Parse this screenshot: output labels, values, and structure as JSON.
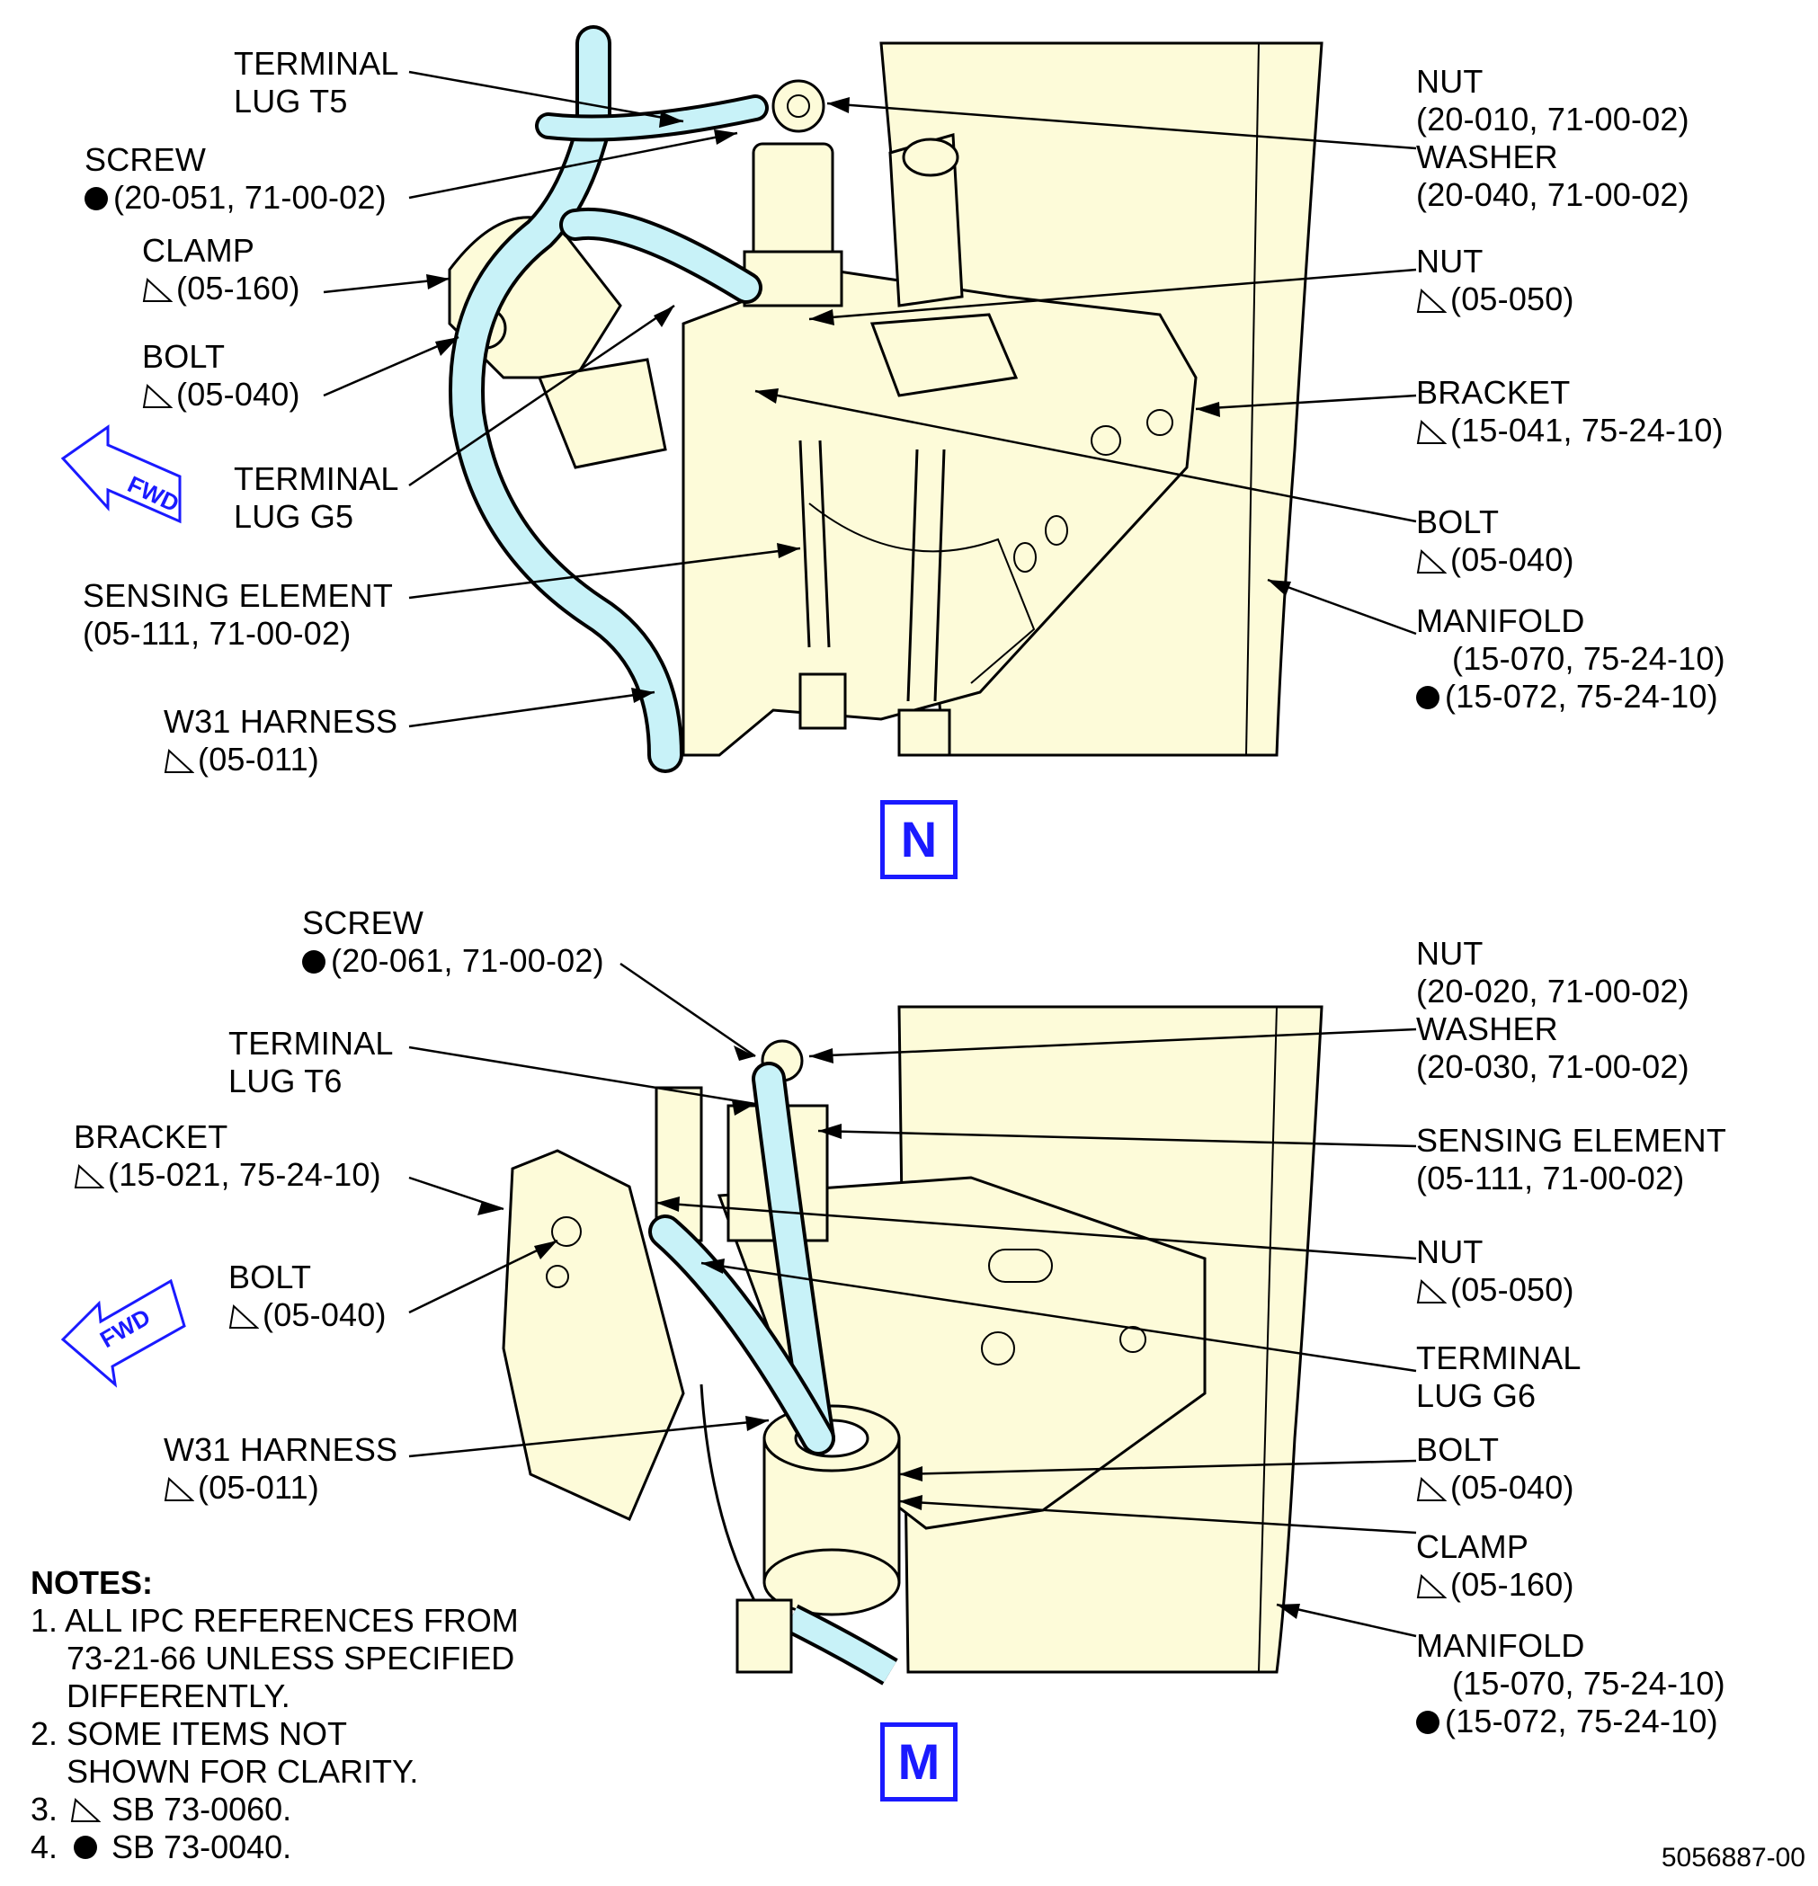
{
  "views": [
    {
      "id": "N",
      "view_label": "N",
      "fwd_label": "FWD",
      "callouts": [
        {
          "key": "terminal_lug_t5",
          "lines": [
            "TERMINAL",
            "LUG T5"
          ],
          "mark": ""
        },
        {
          "key": "screw",
          "lines": [
            "SCREW",
            "(20-051, 71-00-02)"
          ],
          "mark": "dot"
        },
        {
          "key": "clamp",
          "lines": [
            "CLAMP",
            "(05-160)"
          ],
          "mark": "tri"
        },
        {
          "key": "bolt_left",
          "lines": [
            "BOLT",
            "(05-040)"
          ],
          "mark": "tri"
        },
        {
          "key": "terminal_lug_g5",
          "lines": [
            "TERMINAL",
            "LUG G5"
          ],
          "mark": ""
        },
        {
          "key": "sensing_element",
          "lines": [
            "SENSING ELEMENT",
            "(05-111, 71-00-02)"
          ],
          "mark": ""
        },
        {
          "key": "w31_harness",
          "lines": [
            "W31 HARNESS",
            "(05-011)"
          ],
          "mark": "tri"
        },
        {
          "key": "nut_washer",
          "lines": [
            "NUT",
            "(20-010, 71-00-02)",
            "WASHER",
            "(20-040, 71-00-02)"
          ],
          "mark": ""
        },
        {
          "key": "nut",
          "lines": [
            "NUT",
            "(05-050)"
          ],
          "mark": "tri"
        },
        {
          "key": "bracket",
          "lines": [
            "BRACKET",
            "(15-041, 75-24-10)"
          ],
          "mark": "tri"
        },
        {
          "key": "bolt_right",
          "lines": [
            "BOLT",
            "(05-040)"
          ],
          "mark": "tri"
        },
        {
          "key": "manifold",
          "lines": [
            "MANIFOLD",
            "(15-070, 75-24-10)",
            "(15-072, 75-24-10)"
          ],
          "mark": "dot3"
        }
      ]
    },
    {
      "id": "M",
      "view_label": "M",
      "fwd_label": "FWD",
      "callouts": [
        {
          "key": "screw",
          "lines": [
            "SCREW",
            "(20-061, 71-00-02)"
          ],
          "mark": "dot"
        },
        {
          "key": "terminal_lug_t6",
          "lines": [
            "TERMINAL",
            "LUG T6"
          ],
          "mark": ""
        },
        {
          "key": "bracket",
          "lines": [
            "BRACKET",
            "(15-021, 75-24-10)"
          ],
          "mark": "tri"
        },
        {
          "key": "bolt_left",
          "lines": [
            "BOLT",
            "(05-040)"
          ],
          "mark": "tri"
        },
        {
          "key": "w31_harness",
          "lines": [
            "W31 HARNESS",
            "(05-011)"
          ],
          "mark": "tri"
        },
        {
          "key": "nut_washer",
          "lines": [
            "NUT",
            "(20-020, 71-00-02)",
            "WASHER",
            "(20-030, 71-00-02)"
          ],
          "mark": ""
        },
        {
          "key": "sensing_element",
          "lines": [
            "SENSING ELEMENT",
            "(05-111, 71-00-02)"
          ],
          "mark": ""
        },
        {
          "key": "nut",
          "lines": [
            "NUT",
            "(05-050)"
          ],
          "mark": "tri"
        },
        {
          "key": "terminal_lug_g6",
          "lines": [
            "TERMINAL",
            "LUG G6"
          ],
          "mark": ""
        },
        {
          "key": "bolt_right",
          "lines": [
            "BOLT",
            "(05-040)"
          ],
          "mark": "tri"
        },
        {
          "key": "clamp",
          "lines": [
            "CLAMP",
            "(05-160)"
          ],
          "mark": "tri"
        },
        {
          "key": "manifold",
          "lines": [
            "MANIFOLD",
            "(15-070, 75-24-10)",
            "(15-072, 75-24-10)"
          ],
          "mark": "dot3"
        }
      ]
    }
  ],
  "notes": {
    "title": "NOTES:",
    "items": [
      "1. ALL IPC REFERENCES FROM",
      "    73-21-66 UNLESS SPECIFIED",
      "    DIFFERENTLY.",
      "2. SOME ITEMS NOT",
      "    SHOWN FOR CLARITY.",
      "3.      SB 73-0060.",
      "4.      SB 73-0040."
    ]
  },
  "document_number": "5056887-00",
  "colors": {
    "manifold_fill": "#fdfbd9",
    "harness_fill": "#c8f2f8",
    "blue_accent": "#1a1aff",
    "line": "#000000"
  }
}
